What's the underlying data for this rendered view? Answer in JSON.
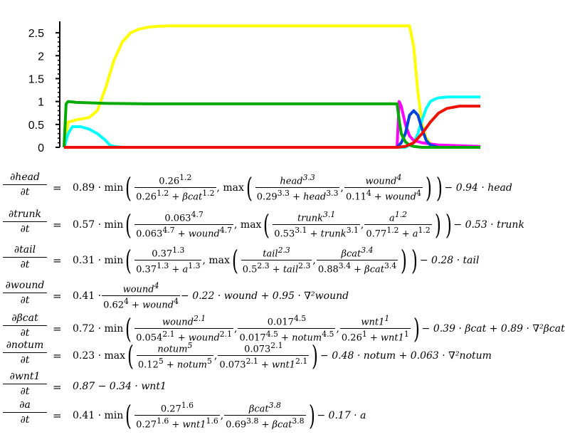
{
  "chart_data": {
    "type": "line",
    "title": "",
    "xlabel": "",
    "ylabel": "",
    "ylim": [
      0,
      2.75
    ],
    "xlim": [
      0,
      100
    ],
    "y_ticks": [
      "0",
      "0.5",
      "1",
      "1.5",
      "2",
      "2.5"
    ],
    "y_tick_values": [
      0,
      0.5,
      1,
      1.5,
      2,
      2.5
    ],
    "grid": false,
    "legend": "none",
    "series": [
      {
        "color": "#ffff00",
        "x": [
          0,
          1,
          3,
          6,
          8,
          10,
          12,
          14,
          16,
          18,
          20,
          22,
          25,
          30,
          40,
          50,
          60,
          70,
          80,
          83,
          84,
          85,
          86,
          87,
          88,
          90,
          92,
          95,
          100
        ],
        "values": [
          0,
          0.55,
          0.6,
          0.65,
          0.8,
          1.3,
          1.9,
          2.3,
          2.5,
          2.58,
          2.62,
          2.64,
          2.65,
          2.65,
          2.65,
          2.65,
          2.65,
          2.65,
          2.65,
          2.65,
          2.2,
          1.2,
          0.5,
          0.2,
          0.08,
          0.02,
          0,
          0,
          0
        ]
      },
      {
        "color": "#00ffff",
        "x": [
          0,
          1,
          2,
          4,
          6,
          8,
          10,
          11,
          12,
          14,
          16,
          20,
          30,
          60,
          80,
          82,
          84,
          85,
          86,
          87,
          88,
          89,
          90,
          92,
          95,
          100
        ],
        "values": [
          0,
          0.3,
          0.45,
          0.45,
          0.4,
          0.3,
          0.15,
          0.05,
          0.02,
          0,
          0,
          0,
          0,
          0,
          0,
          0,
          0.1,
          0.3,
          0.6,
          0.85,
          1.0,
          1.05,
          1.08,
          1.1,
          1.1,
          1.1
        ]
      },
      {
        "color": "#ff00ff",
        "x": [
          0,
          60,
          80,
          80.5,
          81,
          82,
          83,
          84,
          86,
          90,
          100
        ],
        "values": [
          0,
          0,
          0,
          1.0,
          0.9,
          0.5,
          0.25,
          0.15,
          0.1,
          0.05,
          0.02
        ]
      },
      {
        "color": "#0044dd",
        "x": [
          0,
          60,
          80,
          81,
          82,
          83,
          84,
          85,
          86,
          87,
          88,
          90,
          100
        ],
        "values": [
          0,
          0,
          0,
          0.1,
          0.3,
          0.7,
          0.8,
          0.7,
          0.4,
          0.15,
          0.05,
          0,
          0
        ]
      },
      {
        "color": "#00aa00",
        "x": [
          0,
          0.5,
          1,
          3,
          10,
          20,
          40,
          60,
          80,
          80.5,
          81,
          82,
          83,
          84,
          86,
          90,
          100
        ],
        "values": [
          0,
          0.95,
          1.0,
          0.98,
          0.96,
          0.95,
          0.95,
          0.95,
          0.95,
          0.6,
          0.3,
          0.12,
          0.05,
          0.02,
          0,
          0,
          0
        ]
      },
      {
        "color": "#ee1100",
        "x": [
          0,
          60,
          80,
          82,
          84,
          86,
          88,
          90,
          92,
          95,
          100
        ],
        "values": [
          0,
          0,
          0,
          0.02,
          0.1,
          0.3,
          0.55,
          0.75,
          0.85,
          0.9,
          0.9
        ]
      }
    ]
  },
  "equations": [
    {
      "lhs_num": "∂head",
      "lhs_den": "∂t",
      "sign": "="
    },
    {
      "lhs_num": "∂trunk",
      "lhs_den": "∂t",
      "sign": "="
    },
    {
      "lhs_num": "∂tail",
      "lhs_den": "∂t",
      "sign": "="
    },
    {
      "lhs_num": "∂wound",
      "lhs_den": "∂t",
      "sign": "="
    },
    {
      "lhs_num": "∂βcat",
      "lhs_den": "∂t",
      "sign": "="
    },
    {
      "lhs_num": "∂notum",
      "lhs_den": "∂t",
      "sign": "="
    },
    {
      "lhs_num": "∂wnt1",
      "lhs_den": "∂t",
      "sign": "="
    },
    {
      "lhs_num": "∂a",
      "lhs_den": "∂t",
      "sign": "="
    }
  ],
  "rhs": {
    "head": {
      "c": "0.89 · min",
      "tail": "− 0.94 · head"
    },
    "trunk": {
      "c": "0.57 · min",
      "tail": "− 0.53 · trunk"
    },
    "tail": {
      "c": "0.31 · min",
      "tail": "− 0.28 · tail"
    },
    "wound": {
      "c": "0.41 ·",
      "tail": "− 0.22 · wound + 0.95 · ∇²wound"
    },
    "bcat": {
      "c": "0.72 · min",
      "tail": "− 0.39 · βcat + 0.89 · ∇²βcat"
    },
    "notum": {
      "c": "0.23 · max",
      "tail": "− 0.48 · notum + 0.063 · ∇²notum"
    },
    "wnt1": {
      "c": "0.87 − 0.34 · wnt1"
    },
    "a": {
      "c": "0.41 · min",
      "tail": "− 0.17 · a"
    }
  }
}
